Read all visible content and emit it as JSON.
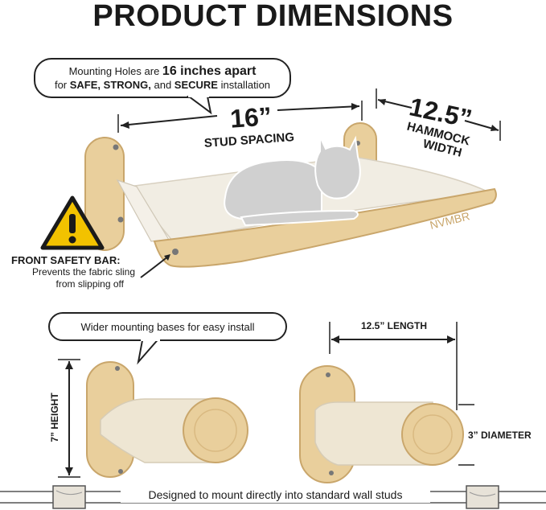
{
  "title": "PRODUCT DIMENSIONS",
  "callout_top": {
    "line1_prefix": "Mounting Holes are ",
    "line1_bold": "16 inches apart",
    "line2_prefix": "for ",
    "line2_bold1": "SAFE, STRONG,",
    "line2_mid": " and ",
    "line2_bold2": "SECURE",
    "line2_suffix": " installation"
  },
  "stud_spacing": {
    "value": "16”",
    "label": "STUD SPACING"
  },
  "hammock_width": {
    "value": "12.5”",
    "label1": "HAMMOCK",
    "label2": "WIDTH"
  },
  "brand": "NVMBR",
  "safety": {
    "heading": "FRONT SAFETY BAR:",
    "line1": "Prevents the fabric sling",
    "line2": "from slipping off"
  },
  "callout_bottom": "Wider mounting bases for easy install",
  "post_height": "7” HEIGHT",
  "post_length": "12.5” LENGTH",
  "post_diameter": "3” DIAMETER",
  "footer": "Designed to mount directly into standard wall studs",
  "colors": {
    "wood": "#e9cf9c",
    "wood_dark": "#c9a66b",
    "fabric": "#f1ede3",
    "rope": "#eee6d3",
    "cat": "#d0d0d0",
    "warning": "#f2c200"
  }
}
